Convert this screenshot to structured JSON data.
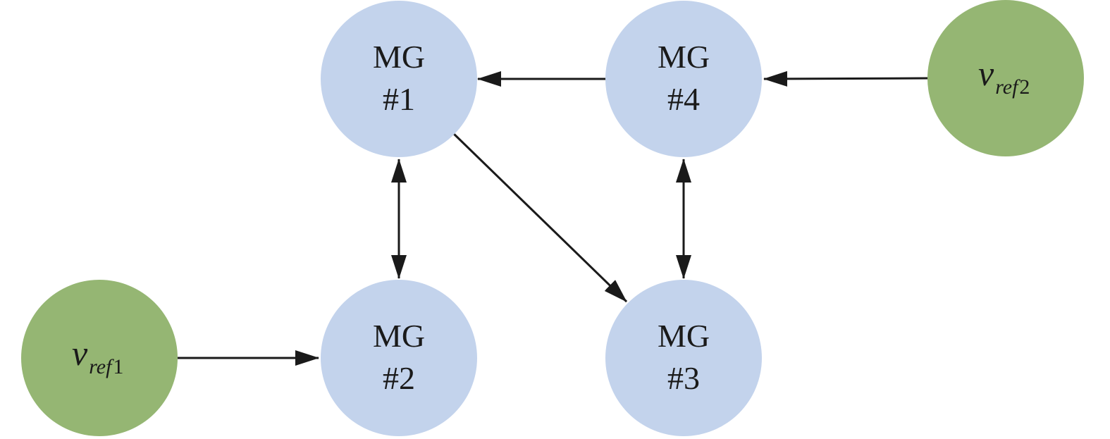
{
  "colors": {
    "microgrid_fill": "#c3d3ec",
    "reference_fill": "#95b673",
    "edge": "#1a1a1a",
    "background": "#ffffff"
  },
  "nodes": {
    "mg1": {
      "line1": "MG",
      "line2": "#1"
    },
    "mg2": {
      "line1": "MG",
      "line2": "#2"
    },
    "mg3": {
      "line1": "MG",
      "line2": "#3"
    },
    "mg4": {
      "line1": "MG",
      "line2": "#4"
    },
    "vref1": {
      "main": "v",
      "sub": "ref",
      "num": "1"
    },
    "vref2": {
      "main": "v",
      "sub": "ref",
      "num": "2"
    }
  },
  "edges": [
    {
      "from": "vref1",
      "to": "mg2",
      "direction": "forward"
    },
    {
      "from": "vref2",
      "to": "mg4",
      "direction": "forward"
    },
    {
      "from": "mg4",
      "to": "mg1",
      "direction": "forward"
    },
    {
      "from": "mg1",
      "to": "mg3",
      "direction": "forward"
    },
    {
      "from": "mg1",
      "to": "mg2",
      "direction": "both"
    },
    {
      "from": "mg4",
      "to": "mg3",
      "direction": "both"
    }
  ]
}
